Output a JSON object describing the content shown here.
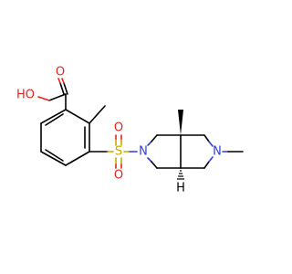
{
  "molecule": {
    "atoms": {
      "o_carbonyl": "O",
      "o_hydroxyl": "HO",
      "sulfur": "S",
      "o_sulfonyl_top": "O",
      "o_sulfonyl_bottom": "O",
      "n_sulfonamide": "N",
      "n_methyl": "N",
      "h_stereo": "H"
    },
    "colors": {
      "bond": "#000000",
      "oxygen": "#e8231f",
      "sulfur": "#c9a800",
      "nitrogen": "#2f3fd6",
      "hydrogen": "#000000"
    }
  }
}
